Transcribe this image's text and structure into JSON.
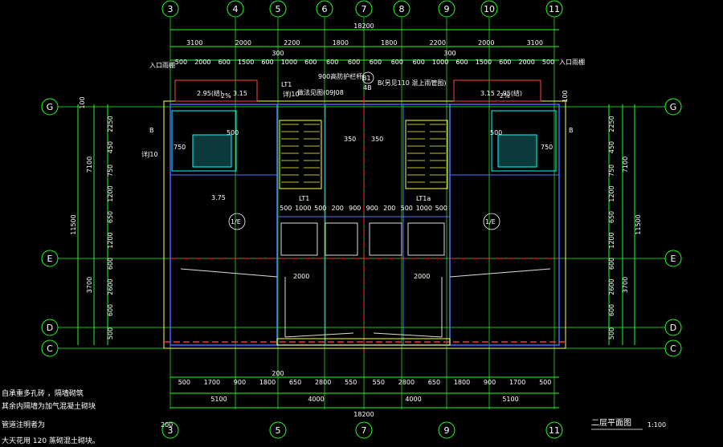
{
  "axes_top": [
    "3",
    "4",
    "5",
    "6",
    "7",
    "8",
    "9",
    "10",
    "11"
  ],
  "axes_bottom": [
    "3",
    "5",
    "7",
    "9",
    "11"
  ],
  "axes_side": [
    "G",
    "E",
    "D",
    "C"
  ],
  "dims": {
    "overall": "18200",
    "top_row1": [
      "3100",
      "2000",
      "2200",
      "1800",
      "1800",
      "2200",
      "2000",
      "3100"
    ],
    "top_row2a": [
      "300",
      "300"
    ],
    "top_row3": [
      "500",
      "2000",
      "600",
      "1500",
      "600",
      "1000",
      "600",
      "600",
      "600",
      "600",
      "600",
      "600",
      "1000",
      "600",
      "1500",
      "600",
      "2000",
      "500"
    ],
    "bottom_row1": [
      "500",
      "1700",
      "900",
      "1800",
      "650",
      "2800",
      "550",
      "550",
      "2800",
      "650",
      "1800",
      "900",
      "1700",
      "500"
    ],
    "bottom_row2": [
      "5100",
      "4000",
      "4000",
      "5100"
    ],
    "bottom_mid": "200",
    "left_outer": [
      "11500"
    ],
    "left_mid": [
      "7100",
      "3700"
    ],
    "left_inner": [
      "2250",
      "450",
      "750",
      "1200",
      "650",
      "1200",
      "600",
      "2600",
      "600",
      "500"
    ],
    "left_top": "100",
    "right_outer": [
      "11500"
    ],
    "right_mid": [
      "7100",
      "3700"
    ],
    "right_inner": [
      "2250",
      "450",
      "750",
      "1200",
      "650",
      "1200",
      "600",
      "2600",
      "600",
      "500"
    ],
    "right_top": "100"
  },
  "labels": {
    "entrance_rain_left": "入口雨棚",
    "entrance_rain_right": "入口雨棚",
    "elev_left": "2.95(结)",
    "elev_right": "2.95(结)",
    "slope_left": "2%",
    "slope_right": "2%",
    "elev_left2": "3.15",
    "elev_right2": "3.15",
    "lt1": "LT1",
    "gate_note": "900高防护栏杆",
    "wall_note": "做法见图(09J08",
    "b1": "B1",
    "b1_sub": "4B",
    "b1_note": "B(另见110 混上雨管图)",
    "elev_mid": "3.75",
    "half_e_left": "1/E",
    "half_e_right": "1/E",
    "b_left": "B",
    "b_right": "B",
    "note_big": "详J10",
    "note_big2": "详J10",
    "lt1b": "LT1",
    "lt1c": "LT1a",
    "dim_350a": "350",
    "dim_350b": "350",
    "dim_500": "500",
    "dim_500b": "500",
    "dim_750a": "750",
    "dim_750b": "750",
    "dim_2000a": "2000",
    "dim_2000b": "2000",
    "mid_dims": [
      "500",
      "1000",
      "500",
      "200",
      "900",
      "900",
      "200",
      "500",
      "1000",
      "500"
    ],
    "title": "二层平面图",
    "scale": "1:100"
  },
  "notes": [
    "自承重多孔砖 ，隔墙砌筑",
    "其余内隔墙为加气混凝土砌块",
    "管道注明者为",
    "大天花用  120  蒸砌混土砌块。"
  ],
  "note_side": "200"
}
